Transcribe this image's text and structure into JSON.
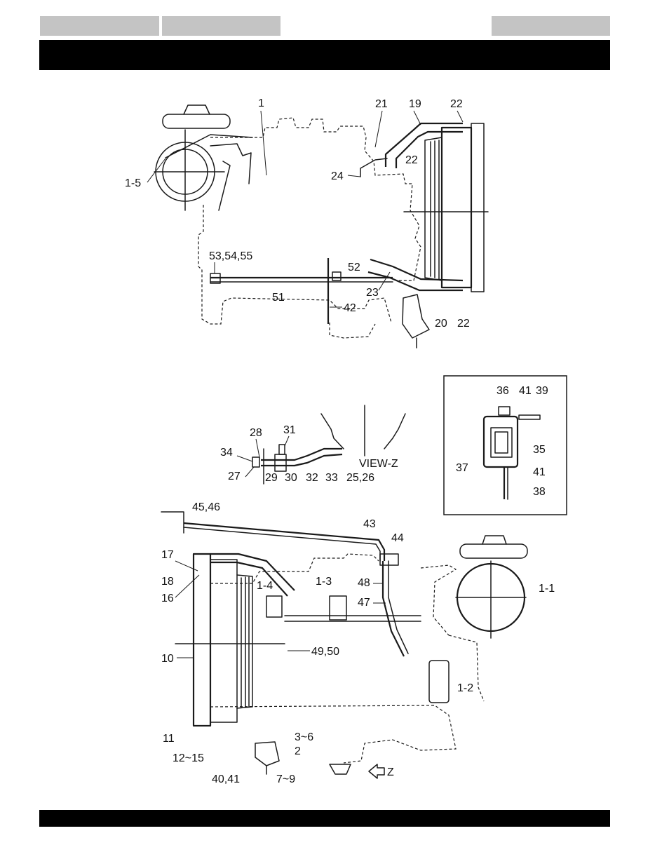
{
  "header": {
    "tabs": [
      "",
      "",
      ""
    ],
    "title": ""
  },
  "footer": {
    "text": ""
  },
  "diagram": {
    "upper_view": {
      "labels": [
        "1",
        "1-5",
        "21",
        "19",
        "22",
        "22",
        "24",
        "53,54,55",
        "52",
        "51",
        "42",
        "23",
        "20",
        "22"
      ]
    },
    "view_z": {
      "caption": "VIEW-Z",
      "labels": [
        "28",
        "31",
        "34",
        "27",
        "29",
        "30",
        "32",
        "33",
        "25,26"
      ]
    },
    "inset": {
      "labels": [
        "36",
        "41",
        "39",
        "35",
        "37",
        "41",
        "38"
      ]
    },
    "lower_view": {
      "labels": [
        "45,46",
        "43",
        "44",
        "17",
        "18",
        "16",
        "1-4",
        "1-3",
        "48",
        "47",
        "1-1",
        "10",
        "49,50",
        "1-2",
        "11",
        "12~15",
        "3~6",
        "2",
        "40,41",
        "7~9"
      ],
      "arrow_label": "Z"
    }
  }
}
